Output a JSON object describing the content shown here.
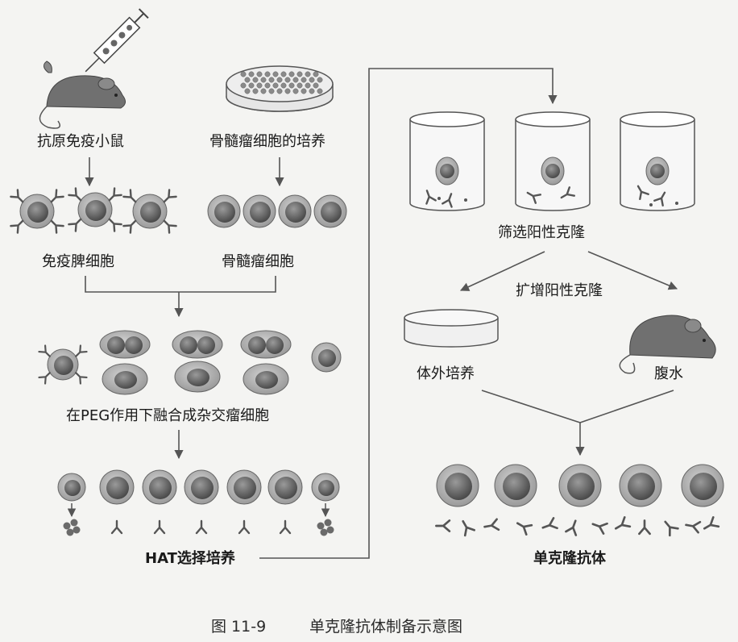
{
  "labels": {
    "immunized_mouse": "抗原免疫小鼠",
    "myeloma_culture": "骨髓瘤细胞的培养",
    "spleen_cells": "免疫脾细胞",
    "myeloma_cells": "骨髓瘤细胞",
    "peg_fusion": "在PEG作用下融合成杂交瘤细胞",
    "hat_selection": "HAT选择培养",
    "screen_positive": "筛选阳性克隆",
    "expand_positive": "扩增阳性克隆",
    "in_vitro": "体外培养",
    "ascites": "腹水",
    "monoclonal_antibody": "单克隆抗体"
  },
  "caption": {
    "figure_no": "图 11-9",
    "title": "单克隆抗体制备示意图"
  },
  "colors": {
    "line": "#555555",
    "cell_outer": "#b8b8b8",
    "cell_inner": "#6e6e6e",
    "mouse": "#707070"
  },
  "icons": {
    "syringe": "syringe-icon",
    "mouse": "mouse-icon",
    "petri_dish": "petri-dish-icon",
    "beaker": "beaker-icon",
    "antibody": "antibody-icon"
  }
}
